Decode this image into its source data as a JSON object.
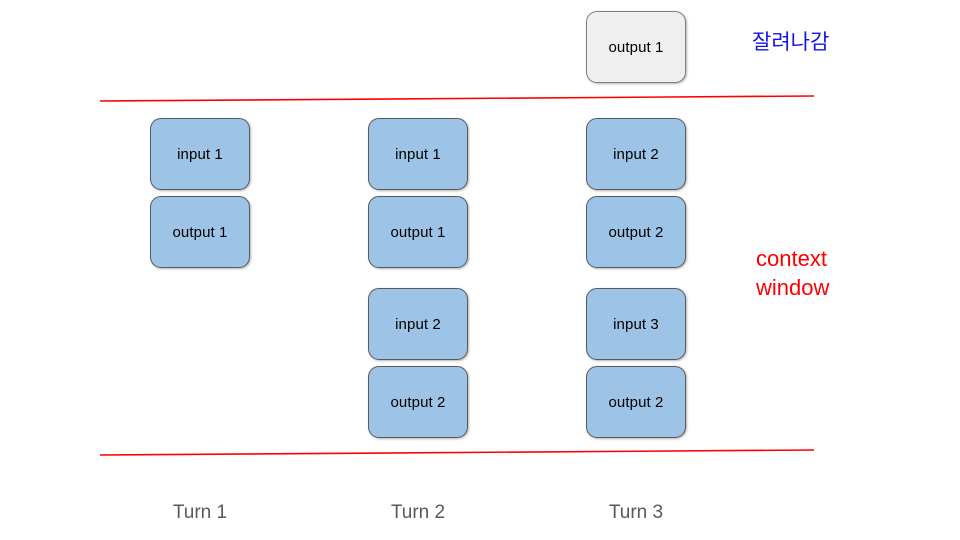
{
  "diagram": {
    "title_labels": {
      "truncated_note": "잘려나감",
      "context_window": "context\nwindow"
    },
    "truncated_node": {
      "label": "output 1",
      "style": "gray"
    },
    "columns": [
      {
        "turn_label": "Turn 1",
        "groups": [
          {
            "nodes": [
              {
                "label": "input 1"
              },
              {
                "label": "output 1"
              }
            ]
          }
        ]
      },
      {
        "turn_label": "Turn 2",
        "groups": [
          {
            "nodes": [
              {
                "label": "input 1"
              },
              {
                "label": "output 1"
              }
            ]
          },
          {
            "nodes": [
              {
                "label": "input 2"
              },
              {
                "label": "output 2"
              }
            ]
          }
        ]
      },
      {
        "turn_label": "Turn 3",
        "groups": [
          {
            "nodes": [
              {
                "label": "input 2"
              },
              {
                "label": "output 2"
              }
            ]
          },
          {
            "nodes": [
              {
                "label": "input 3"
              },
              {
                "label": "output 2"
              }
            ]
          }
        ]
      }
    ],
    "colors": {
      "node_blue_fill": "#9DC3E6",
      "node_blue_border": "#5A5A5A",
      "node_gray_fill": "#EFEFEF",
      "node_gray_border": "#7F7F7F",
      "boundary_line": "#FF0000",
      "context_window_text": "#FF0000",
      "truncated_note_text": "#1414E6",
      "turn_label_text": "#595959",
      "background": "#FFFFFF"
    }
  }
}
